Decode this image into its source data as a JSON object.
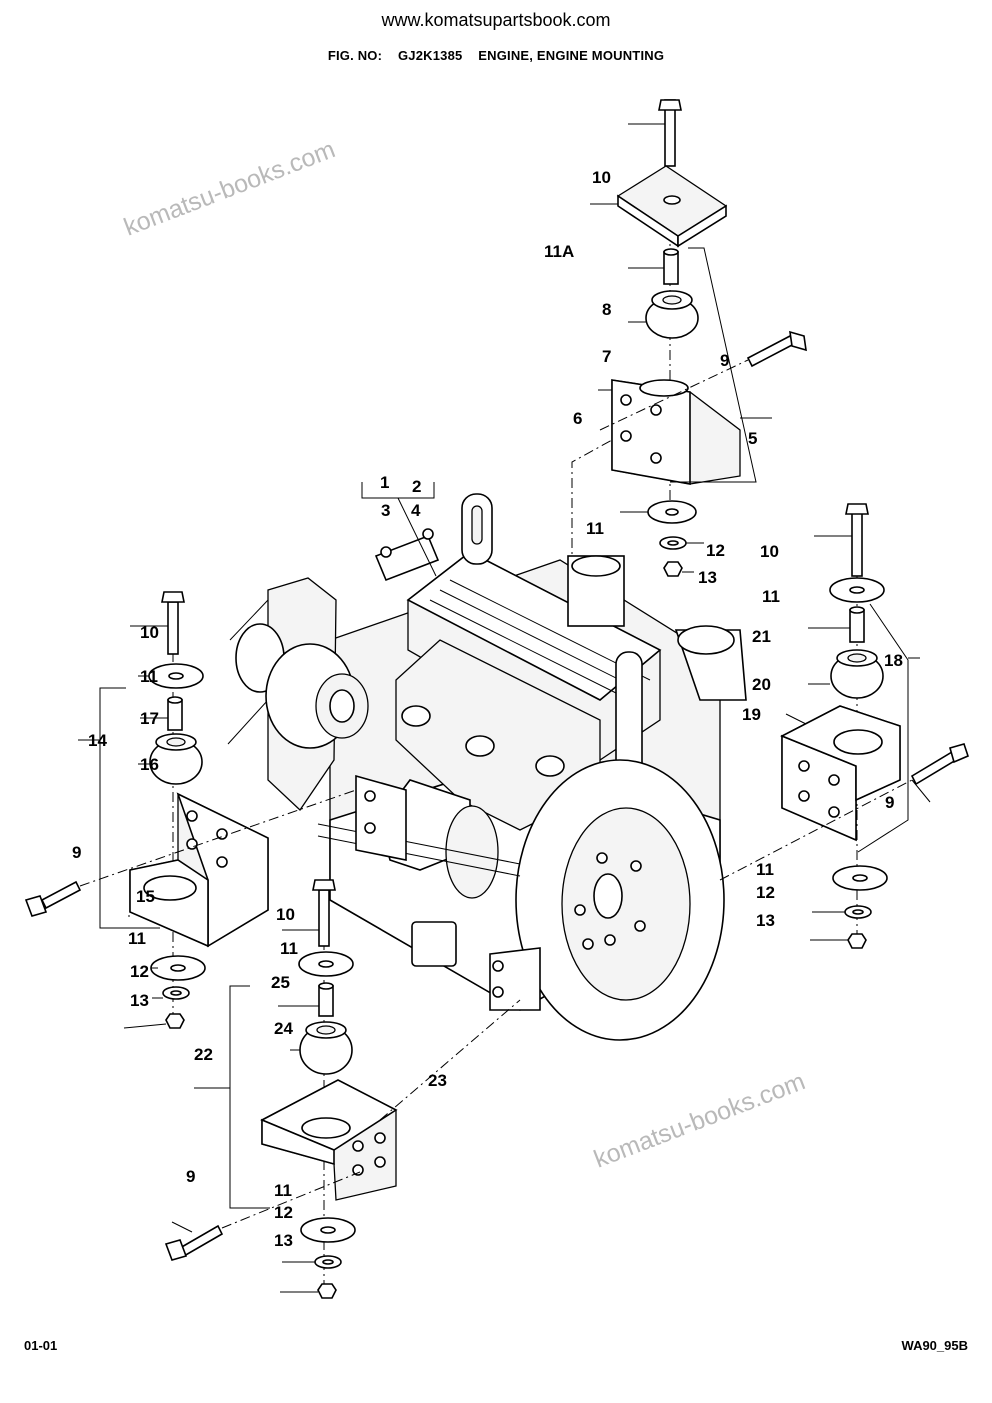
{
  "header": {
    "url": "www.komatsupartsbook.com",
    "fig_label": "FIG. NO:",
    "fig_number": "GJ2K1385",
    "fig_title": "ENGINE, ENGINE MOUNTING"
  },
  "watermark": "komatsu-books.com",
  "callouts": {
    "c1": "1",
    "c2": "2",
    "c3": "3",
    "c4": "4",
    "c5": "5",
    "c6": "6",
    "c7": "7",
    "c8": "8",
    "c9": "9",
    "c10": "10",
    "c11": "11",
    "c11a": "11A",
    "c12": "12",
    "c13": "13",
    "c14": "14",
    "c15": "15",
    "c16": "16",
    "c17": "17",
    "c18": "18",
    "c19": "19",
    "c20": "20",
    "c21": "21",
    "c22": "22",
    "c23": "23",
    "c24": "24",
    "c25": "25"
  },
  "footer": {
    "page": "01-01",
    "model": "WA90_95B"
  }
}
